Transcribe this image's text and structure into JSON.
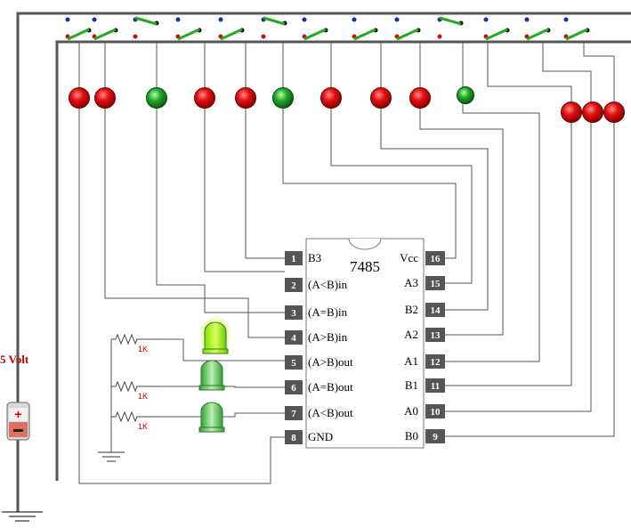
{
  "chip": {
    "title": "7485",
    "pins_left": [
      {
        "num": "1",
        "label": "B3"
      },
      {
        "num": "2",
        "label": "(A<B)in"
      },
      {
        "num": "3",
        "label": "(A=B)in"
      },
      {
        "num": "4",
        "label": "(A>B)in"
      },
      {
        "num": "5",
        "label": "(A>B)out"
      },
      {
        "num": "6",
        "label": "(A=B)out"
      },
      {
        "num": "7",
        "label": "(A<B)out"
      },
      {
        "num": "8",
        "label": "GND"
      }
    ],
    "pins_right": [
      {
        "num": "16",
        "label": "Vcc"
      },
      {
        "num": "15",
        "label": "A3"
      },
      {
        "num": "14",
        "label": "B2"
      },
      {
        "num": "13",
        "label": "A2"
      },
      {
        "num": "12",
        "label": "A1"
      },
      {
        "num": "11",
        "label": "B1"
      },
      {
        "num": "10",
        "label": "A0"
      },
      {
        "num": "9",
        "label": "B0"
      }
    ]
  },
  "supply": {
    "label": "5 Volt"
  },
  "resistors": [
    "1K",
    "1K",
    "1K"
  ],
  "colors": {
    "led_red": "#d40000",
    "led_green": "#1a9a2a",
    "switch_green": "#22aa22",
    "pin_box": "#555555",
    "wire": "#555555"
  },
  "indicator_leds": [
    "red",
    "red",
    "green",
    "red",
    "red",
    "green",
    "red",
    "red",
    "red",
    "green",
    "red",
    "red",
    "red"
  ],
  "output_leds": [
    {
      "name": "A>B",
      "state": "lit"
    },
    {
      "name": "A=B",
      "state": "dim"
    },
    {
      "name": "A<B",
      "state": "dim"
    }
  ]
}
